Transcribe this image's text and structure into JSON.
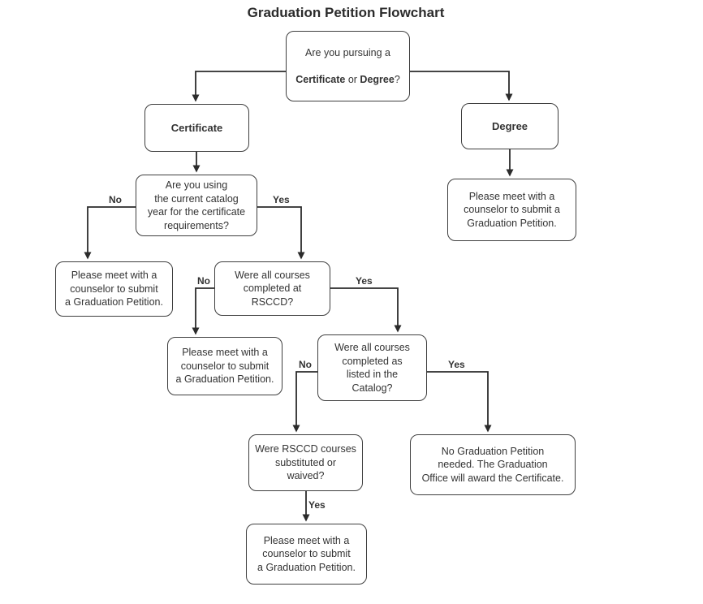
{
  "title": "Graduation Petition Flowchart",
  "nodes": {
    "pursuing": {
      "line1": "Are you pursuing a",
      "bold1": "Certificate",
      "mid": " or ",
      "bold2": "Degree",
      "end": "?"
    },
    "certificate": "Certificate",
    "degree": "Degree",
    "catalog_year": "Are you using\nthe current catalog\nyear for the certificate\nrequirements?",
    "meet_counselor_degree": "Please meet with a\ncounselor to submit a\nGraduation Petition.",
    "meet_counselor_left": "Please meet with a\ncounselor to submit\na Graduation Petition.",
    "rsccd": "Were all courses\ncompleted at\nRSCCD?",
    "meet_counselor_mid": "Please meet with a\ncounselor to submit\na Graduation Petition.",
    "catalog_listed": "Were all courses\ncompleted  as\nlisted in the\nCatalog?",
    "substituted": "Were RSCCD courses\nsubstituted or\nwaived?",
    "no_petition": "No Graduation Petition\nneeded. The Graduation\nOffice will award the Certificate.",
    "meet_counselor_bottom": "Please meet with a\ncounselor to submit\na Graduation Petition."
  },
  "labels": {
    "no1": "No",
    "yes1": "Yes",
    "no2": "No",
    "yes2": "Yes",
    "no3": "No",
    "yes3": "Yes",
    "yes4": "Yes"
  },
  "colors": {
    "line": "#2b2b2b",
    "border": "#3f3f3f",
    "text": "#333333"
  }
}
